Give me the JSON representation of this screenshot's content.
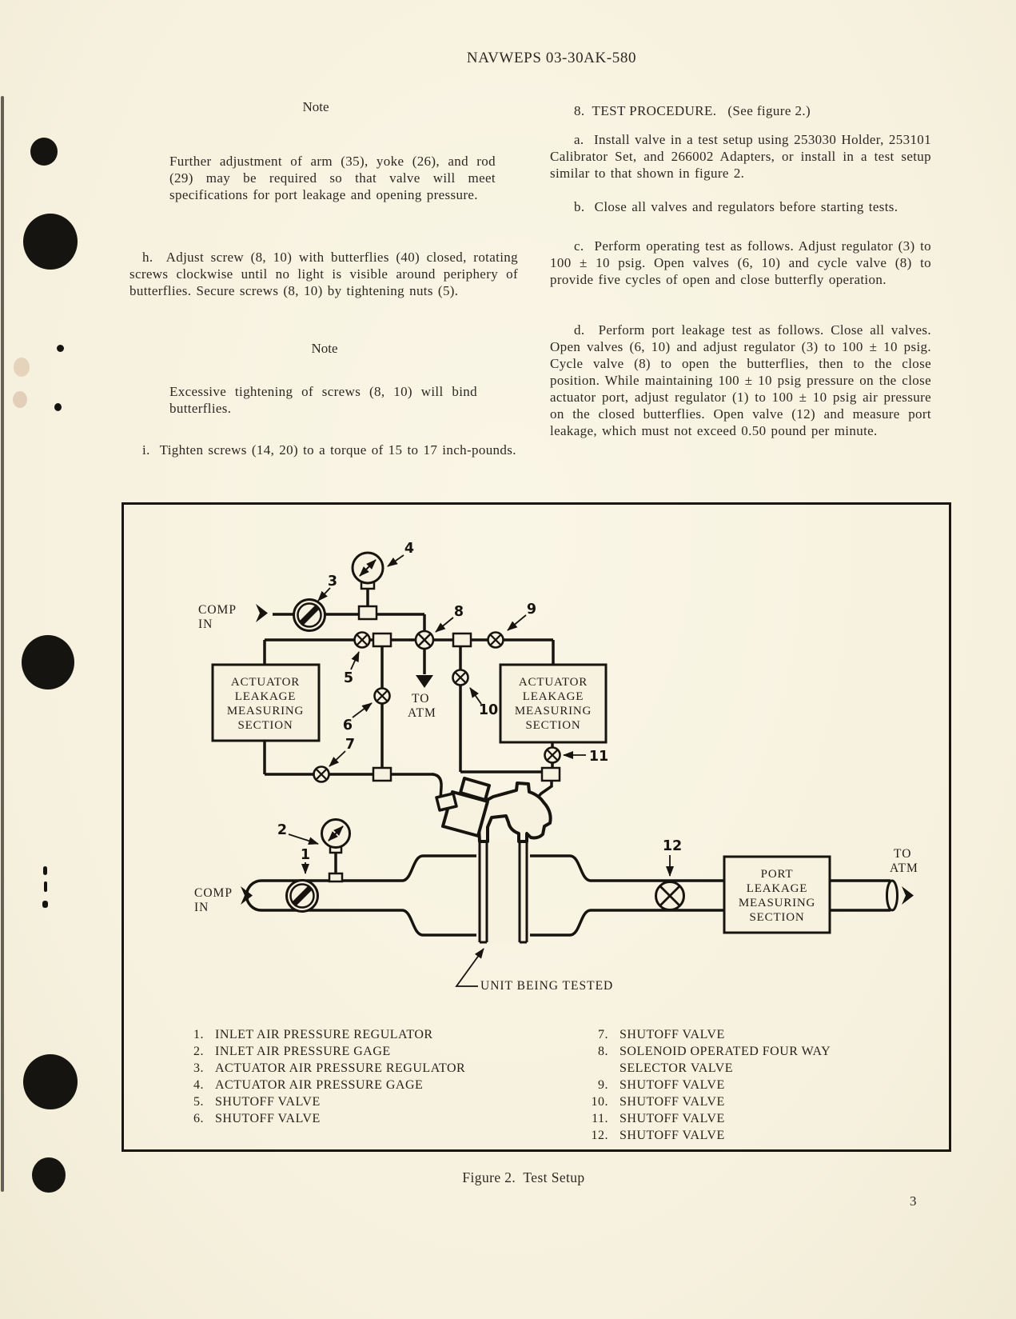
{
  "colors": {
    "paper": "#f7f2e0",
    "ink": "#2c2822",
    "line": "#17140f"
  },
  "header": {
    "title": "NAVWEPS 03-30AK-580"
  },
  "left_column": {
    "note1_heading": "Note",
    "note1_body": "Further adjustment of arm (35), yoke (26), and rod (29) may be required so that valve will meet specifications for port leakage and opening pressure.",
    "para_h": "h.  Adjust screw (8, 10) with butterflies (40) closed, rotating screws clockwise until no light is visible around periphery of butterflies. Secure screws (8, 10) by tightening nuts (5).",
    "note2_heading": "Note",
    "note2_body": "Excessive tightening of screws (8, 10) will bind butterflies.",
    "para_i": "i.  Tighten screws (14, 20) to a torque of 15 to 17 inch-pounds."
  },
  "right_column": {
    "heading": "8.  TEST PROCEDURE.   (See figure 2.)",
    "para_a": "a.  Install valve in a test setup using 253030 Holder, 253101 Calibrator Set, and 266002 Adapters, or install in a test setup similar to that shown in figure 2.",
    "para_b": "b.  Close all valves and regulators before starting tests.",
    "para_c": "c.  Perform operating test as follows. Adjust regulator (3) to 100 ± 10 psig. Open valves (6, 10) and cycle valve (8) to provide five cycles of open and close butterfly operation.",
    "para_d": "d.  Perform port leakage test as follows. Close all valves. Open valves (6, 10) and adjust regulator (3) to 100 ± 10 psig. Cycle valve (8) to open the butterflies, then to the close position. While maintaining 100 ± 10 psig pressure on the close actuator port, adjust regulator (1) to 100 ± 10 psig air pressure on the closed butterflies. Open valve (12) and measure port leakage, which must not exceed 0.50 pound per minute."
  },
  "figure": {
    "caption": "Figure 2.  Test Setup",
    "diagram": {
      "comp_in": [
        "COMP",
        "IN"
      ],
      "to_atm": [
        "TO",
        "ATM"
      ],
      "actuator_box": [
        "ACTUATOR",
        "LEAKAGE",
        "MEASURING",
        "SECTION"
      ],
      "port_box": [
        "PORT",
        "LEAKAGE",
        "MEASURING",
        "SECTION"
      ],
      "unit_label": "UNIT BEING TESTED",
      "callouts": {
        "n1": "1",
        "n2": "2",
        "n3": "3",
        "n4": "4",
        "n5": "5",
        "n6": "6",
        "n7": "7",
        "n8": "8",
        "n9": "9",
        "n10": "10",
        "n11": "11",
        "n12": "12"
      }
    },
    "legend": {
      "left": [
        {
          "num": "1.",
          "label": "INLET AIR PRESSURE REGULATOR"
        },
        {
          "num": "2.",
          "label": "INLET AIR PRESSURE GAGE"
        },
        {
          "num": "3.",
          "label": "ACTUATOR AIR PRESSURE REGULATOR"
        },
        {
          "num": "4.",
          "label": "ACTUATOR AIR PRESSURE GAGE"
        },
        {
          "num": "5.",
          "label": "SHUTOFF VALVE"
        },
        {
          "num": "6.",
          "label": "SHUTOFF VALVE"
        }
      ],
      "right": [
        {
          "num": "7.",
          "label": "SHUTOFF VALVE"
        },
        {
          "num": "8.",
          "label": "SOLENOID OPERATED FOUR WAY"
        },
        {
          "num": "",
          "label": "SELECTOR VALVE"
        },
        {
          "num": "9.",
          "label": "SHUTOFF VALVE"
        },
        {
          "num": "10.",
          "label": "SHUTOFF VALVE"
        },
        {
          "num": "11.",
          "label": "SHUTOFF VALVE"
        },
        {
          "num": "12.",
          "label": "SHUTOFF VALVE"
        }
      ]
    }
  },
  "page_number": "3"
}
